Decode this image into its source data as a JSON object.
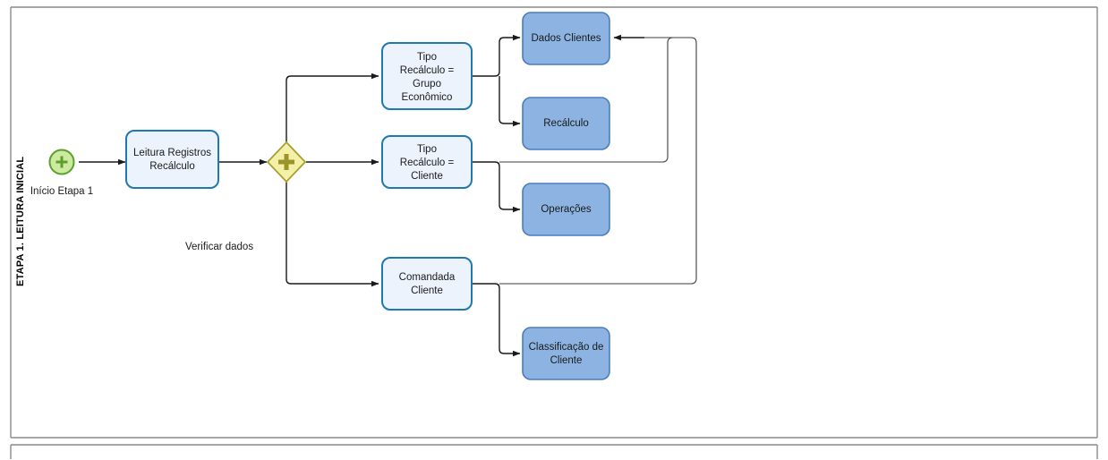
{
  "diagram": {
    "type": "bpmn-process-flow",
    "lane_title": "ETAPA 1. LEITURA INICIAL",
    "colors": {
      "task_light_fill": "#edf3fc",
      "task_light_border": "#1f79af",
      "task_blue_fill": "#8cb3e2",
      "task_blue_border": "#4a7ebb",
      "gateway_fill": "#f4f0a8",
      "gateway_border": "#a6a032",
      "start_event_fill": "#cdeaa0",
      "start_event_border": "#5aa02c",
      "connector": "#1a1a1a",
      "pool_border": "#8a8a8a"
    },
    "start_event": {
      "name": "start-event",
      "label": "Início Etapa 1",
      "icon": "multiple-event-plus-icon"
    },
    "gateway": {
      "name": "parallel-gateway",
      "icon": "plus-icon",
      "label": ""
    },
    "edge_labels": [
      {
        "text": "Verificar dados"
      }
    ],
    "tasks": [
      {
        "id": "leitura-registros",
        "label": "Leitura Registros\nRecálculo",
        "style": "light"
      },
      {
        "id": "tipo-recalculo-grupo",
        "label": "Tipo\nRecálculo =\nGrupo\nEconômico",
        "style": "light"
      },
      {
        "id": "tipo-recalculo-cliente",
        "label": "Tipo\nRecálculo =\nCliente",
        "style": "light"
      },
      {
        "id": "comandada-cliente",
        "label": "Comandada\nCliente",
        "style": "light"
      },
      {
        "id": "dados-clientes",
        "label": "Dados Clientes",
        "style": "blue"
      },
      {
        "id": "recalculo",
        "label": "Recálculo",
        "style": "blue"
      },
      {
        "id": "operacoes",
        "label": "Operações",
        "style": "blue"
      },
      {
        "id": "classificacao-cliente",
        "label": "Classificação de\nCliente",
        "style": "blue"
      }
    ],
    "task_text": {
      "leitura_registros_l1": "Leitura Registros",
      "leitura_registros_l2": "Recálculo",
      "tipo_grupo_l1": "Tipo",
      "tipo_grupo_l2": "Recálculo =",
      "tipo_grupo_l3": "Grupo",
      "tipo_grupo_l4": "Econômico",
      "tipo_cliente_l1": "Tipo",
      "tipo_cliente_l2": "Recálculo =",
      "tipo_cliente_l3": "Cliente",
      "comandada_l1": "Comandada",
      "comandada_l2": "Cliente",
      "dados_clientes": "Dados Clientes",
      "recalculo": "Recálculo",
      "operacoes": "Operações",
      "classificacao_l1": "Classificação de",
      "classificacao_l2": "Cliente"
    }
  }
}
